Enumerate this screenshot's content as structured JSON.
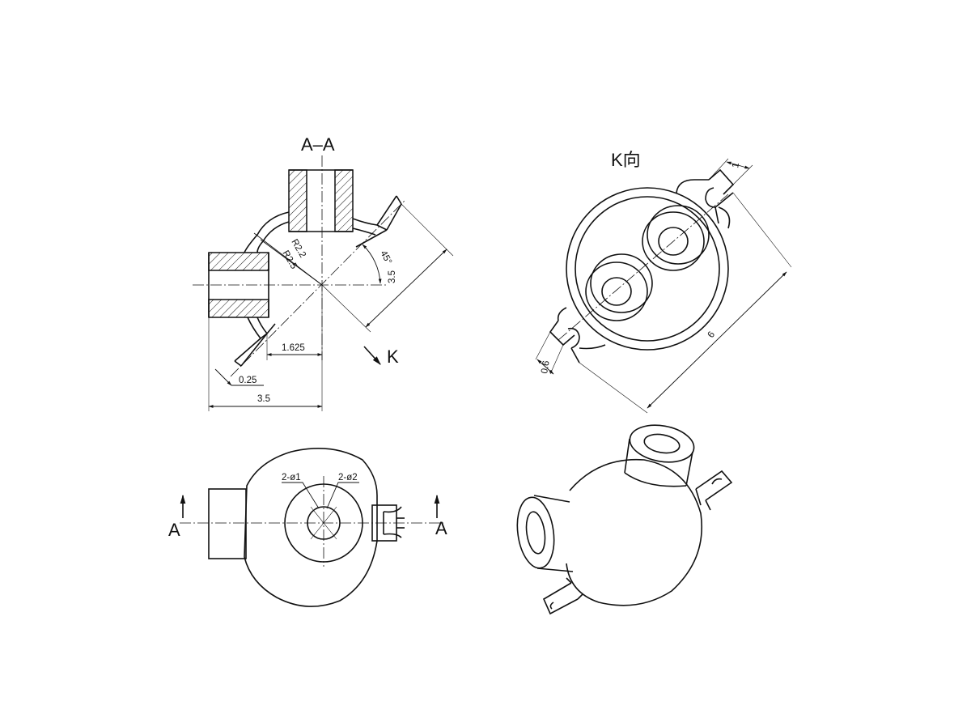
{
  "labels": {
    "section_title": "A–A",
    "view_k_title": "K向",
    "view_k_arrow": "K",
    "section_mark_left": "A",
    "section_mark_right": "A"
  },
  "dimensions": {
    "r_inner": "R2.2",
    "r_outer": "R2.5",
    "angle": "45°",
    "diag_length": "3.5",
    "offset_1625": "1.625",
    "wall_025": "0.25",
    "width_35": "3.5",
    "k_tab_1": "1",
    "k_tab_06": "0.6",
    "k_length_6": "6",
    "hole_1": "2-ø1",
    "hole_2": "2-ø2"
  }
}
